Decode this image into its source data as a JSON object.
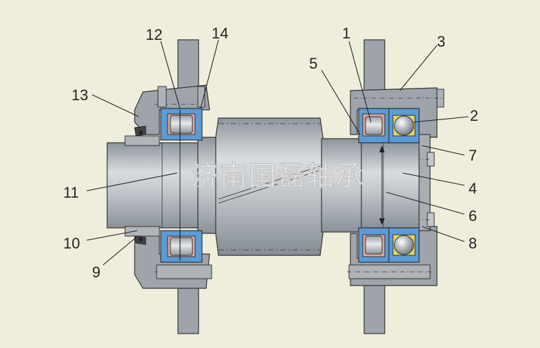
{
  "watermark": "济南国磊轴承",
  "callouts": [
    {
      "id": "1",
      "text": "1"
    },
    {
      "id": "2",
      "text": "2"
    },
    {
      "id": "3",
      "text": "3"
    },
    {
      "id": "4",
      "text": "4"
    },
    {
      "id": "5",
      "text": "5"
    },
    {
      "id": "6",
      "text": "6"
    },
    {
      "id": "7",
      "text": "7"
    },
    {
      "id": "8",
      "text": "8"
    },
    {
      "id": "9",
      "text": "9"
    },
    {
      "id": "10",
      "text": "10"
    },
    {
      "id": "11",
      "text": "11"
    },
    {
      "id": "12",
      "text": "12"
    },
    {
      "id": "13",
      "text": "13"
    },
    {
      "id": "14",
      "text": "14"
    }
  ],
  "colors": {
    "background": "#efeedd",
    "housing": "#9ea4aa",
    "shaft": "#b9bfc4",
    "bearing_blue": "#5b9bd6",
    "cage_yellow": "#e8d65a",
    "roller_pink": "#d9a7a0",
    "outline": "#333333"
  }
}
